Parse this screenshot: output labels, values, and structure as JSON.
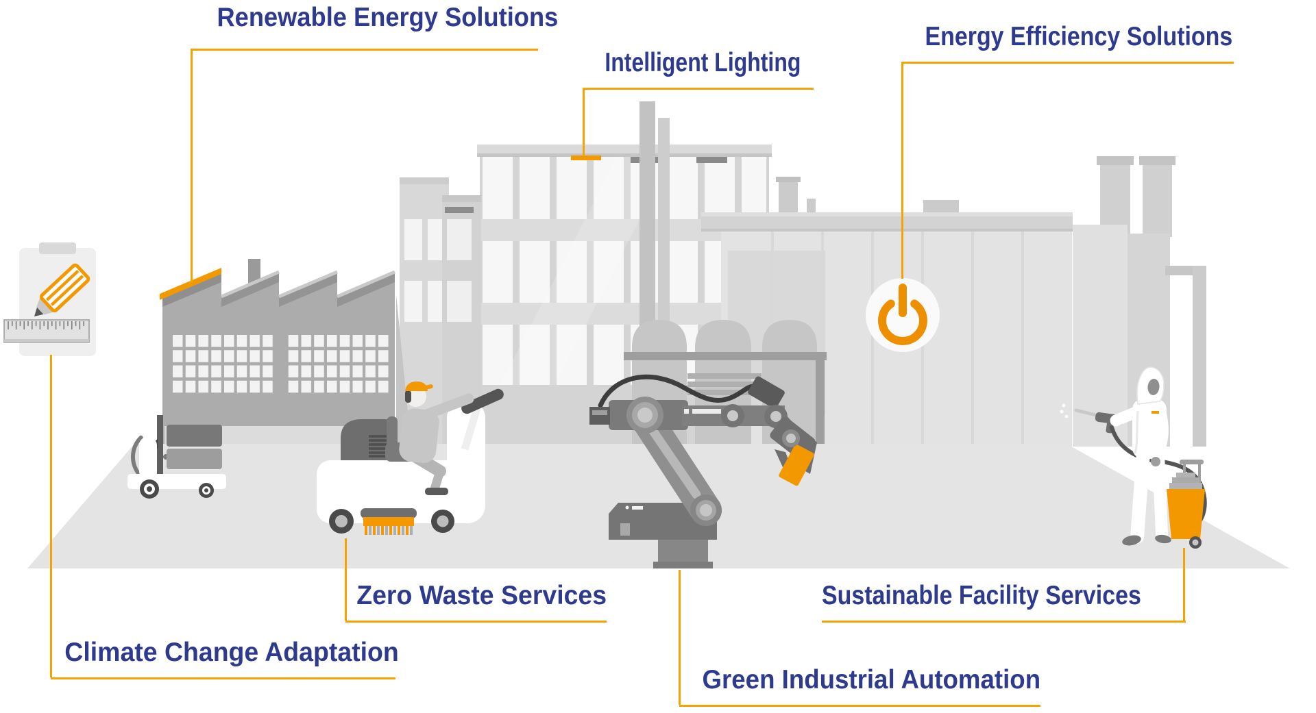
{
  "labels": {
    "renewable": "Renewable Energy Solutions",
    "intelligent": "Intelligent Lighting",
    "energy_efficiency": "Energy Efficiency Solutions",
    "zero_waste": "Zero Waste Services",
    "climate": "Climate Change Adaptation",
    "green_automation": "Green Industrial Automation",
    "sustainable_facility": "Sustainable Facility Services"
  },
  "colors": {
    "label_text": "#2D3A8D",
    "callout_line": "#F5A300",
    "accent_orange": "#F49800",
    "floor_gray": "#E4E4E4",
    "factory_gray": "#ACACAC",
    "building_light_gray": "#D4D4D4",
    "dark_machine_gray": "#6F6F6F"
  },
  "icons": [
    "clipboard-pencil-icon",
    "wifi-signal-icon",
    "power-icon",
    "factory-building",
    "production-hall-building",
    "warehouse-building",
    "chimney-stacks",
    "storage-tanks",
    "agv-transport-robot",
    "floor-sweeper-vehicle",
    "sweeper-operator",
    "industrial-robot-arm",
    "cleaning-operator",
    "chemical-sprayer-cart"
  ]
}
